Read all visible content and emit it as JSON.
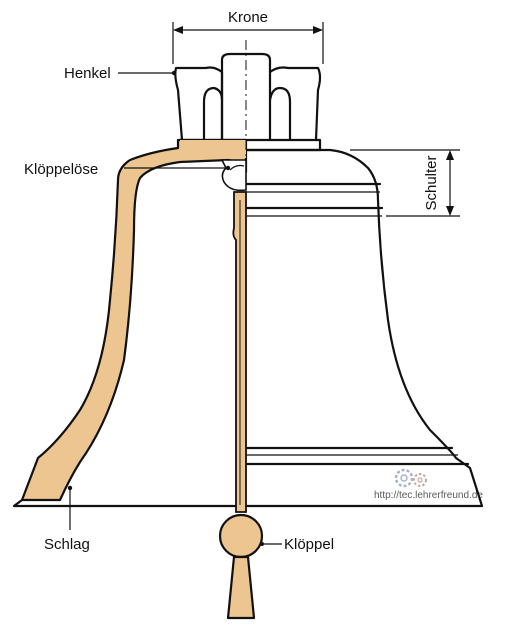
{
  "labels": {
    "krone": "Krone",
    "henkel": "Henkel",
    "kloeppeloese": "Klöppelöse",
    "schulter": "Schulter",
    "schlag": "Schlag",
    "kloeppel": "Klöppel"
  },
  "watermark": {
    "text": "http://tec.lehrerfreund.de"
  },
  "colors": {
    "section_fill": "#EDC590",
    "outline": "#111111",
    "background": "#FFFFFF"
  },
  "icons": [
    "gear-icon"
  ]
}
